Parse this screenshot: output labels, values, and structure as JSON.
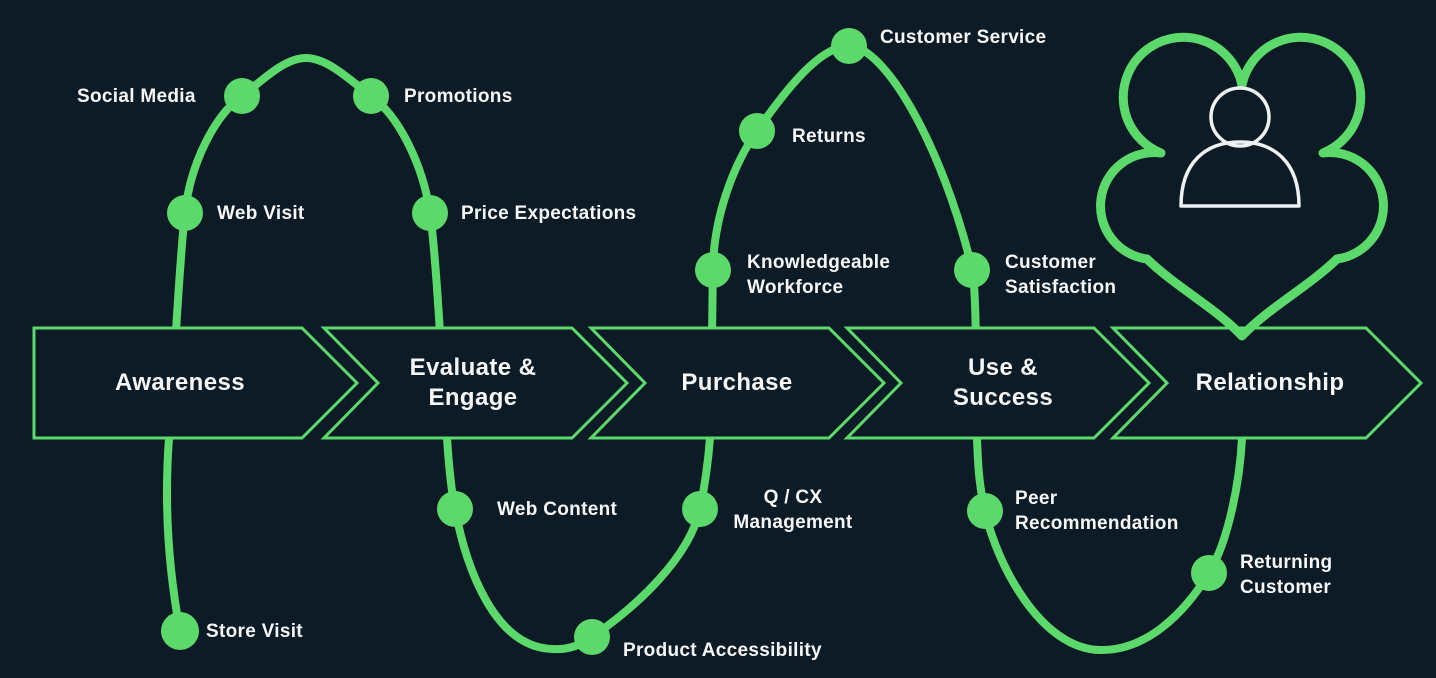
{
  "title": "Customer journey touchpoints diagram",
  "colors": {
    "background": "#0c1b26",
    "accent_green": "#5cd96b",
    "label_white": "#f5f7f8"
  },
  "stages": [
    {
      "id": "awareness",
      "lines": [
        "Awareness"
      ]
    },
    {
      "id": "evaluate-engage",
      "lines": [
        "Evaluate &",
        "Engage"
      ]
    },
    {
      "id": "purchase",
      "lines": [
        "Purchase"
      ]
    },
    {
      "id": "use-success",
      "lines": [
        "Use &",
        "Success"
      ]
    },
    {
      "id": "relationship",
      "lines": [
        "Relationship"
      ]
    }
  ],
  "touchpoints": [
    {
      "id": "social-media",
      "lines": [
        "Social Media"
      ]
    },
    {
      "id": "promotions",
      "lines": [
        "Promotions"
      ]
    },
    {
      "id": "web-visit",
      "lines": [
        "Web Visit"
      ]
    },
    {
      "id": "price-expectations",
      "lines": [
        "Price Expectations"
      ]
    },
    {
      "id": "store-visit",
      "lines": [
        "Store Visit"
      ]
    },
    {
      "id": "web-content",
      "lines": [
        "Web Content"
      ]
    },
    {
      "id": "product-accessibility",
      "lines": [
        "Product Accessibility"
      ]
    },
    {
      "id": "q-cx-management",
      "lines": [
        "Q / CX",
        "Management"
      ]
    },
    {
      "id": "knowledgeable-workforce",
      "lines": [
        "Knowledgeable",
        "Workforce"
      ]
    },
    {
      "id": "returns",
      "lines": [
        "Returns"
      ]
    },
    {
      "id": "customer-service",
      "lines": [
        "Customer Service"
      ]
    },
    {
      "id": "customer-satisfaction",
      "lines": [
        "Customer",
        "Satisfaction"
      ]
    },
    {
      "id": "peer-recommendation",
      "lines": [
        "Peer",
        "Recommendation"
      ]
    },
    {
      "id": "returning-customer",
      "lines": [
        "Returning",
        "Customer"
      ]
    }
  ],
  "icons": {
    "heart": "heart-outline-icon",
    "person": "customer-person-icon"
  }
}
